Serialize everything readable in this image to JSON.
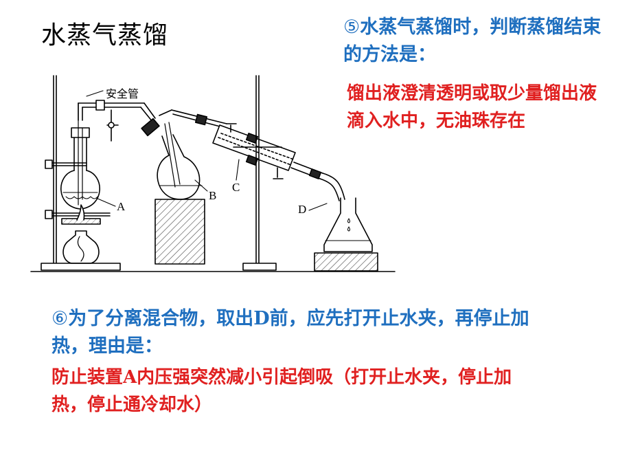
{
  "title": "水蒸气蒸馏",
  "q5": {
    "number": "⑤",
    "question": "水蒸气蒸馏时，判断蒸馏结束的方法是：",
    "answer": "馏出液澄清透明或取少量馏出液滴入水中，无油珠存在"
  },
  "q6": {
    "number": "⑥",
    "question": "为了分离混合物，取出D前，应先打开止水夹，再停止加热，理由是：",
    "answer": "防止装置A内压强突然减小引起倒吸（打开止水夹，停止加热，停止通冷却水）"
  },
  "diagram": {
    "label_safety_tube": "安全管",
    "label_a": "A",
    "label_b": "B",
    "label_c": "C",
    "label_d": "D"
  }
}
